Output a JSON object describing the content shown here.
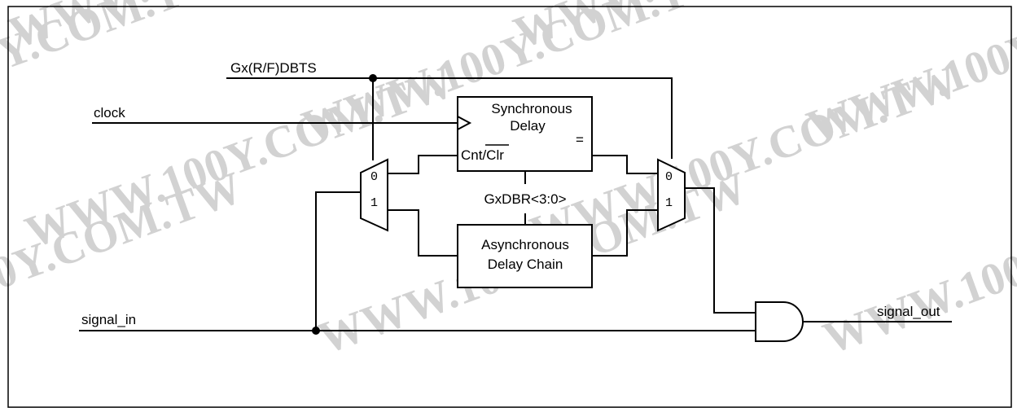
{
  "watermark": {
    "text": "WWW.100Y.COM.TW"
  },
  "signals": {
    "dbts": "Gx(R/F)DBTS",
    "clock": "clock",
    "signal_in": "signal_in",
    "signal_out": "signal_out",
    "dbr": "GxDBR<3:0>"
  },
  "blocks": {
    "sync_line1": "Synchronous",
    "sync_line2": "Delay",
    "sync_eq": "=",
    "sync_port": "Cnt/Clr",
    "async_line1": "Asynchronous",
    "async_line2": "Delay Chain"
  },
  "mux_left": {
    "in0": "0",
    "in1": "1"
  },
  "mux_right": {
    "in0": "0",
    "in1": "1"
  }
}
